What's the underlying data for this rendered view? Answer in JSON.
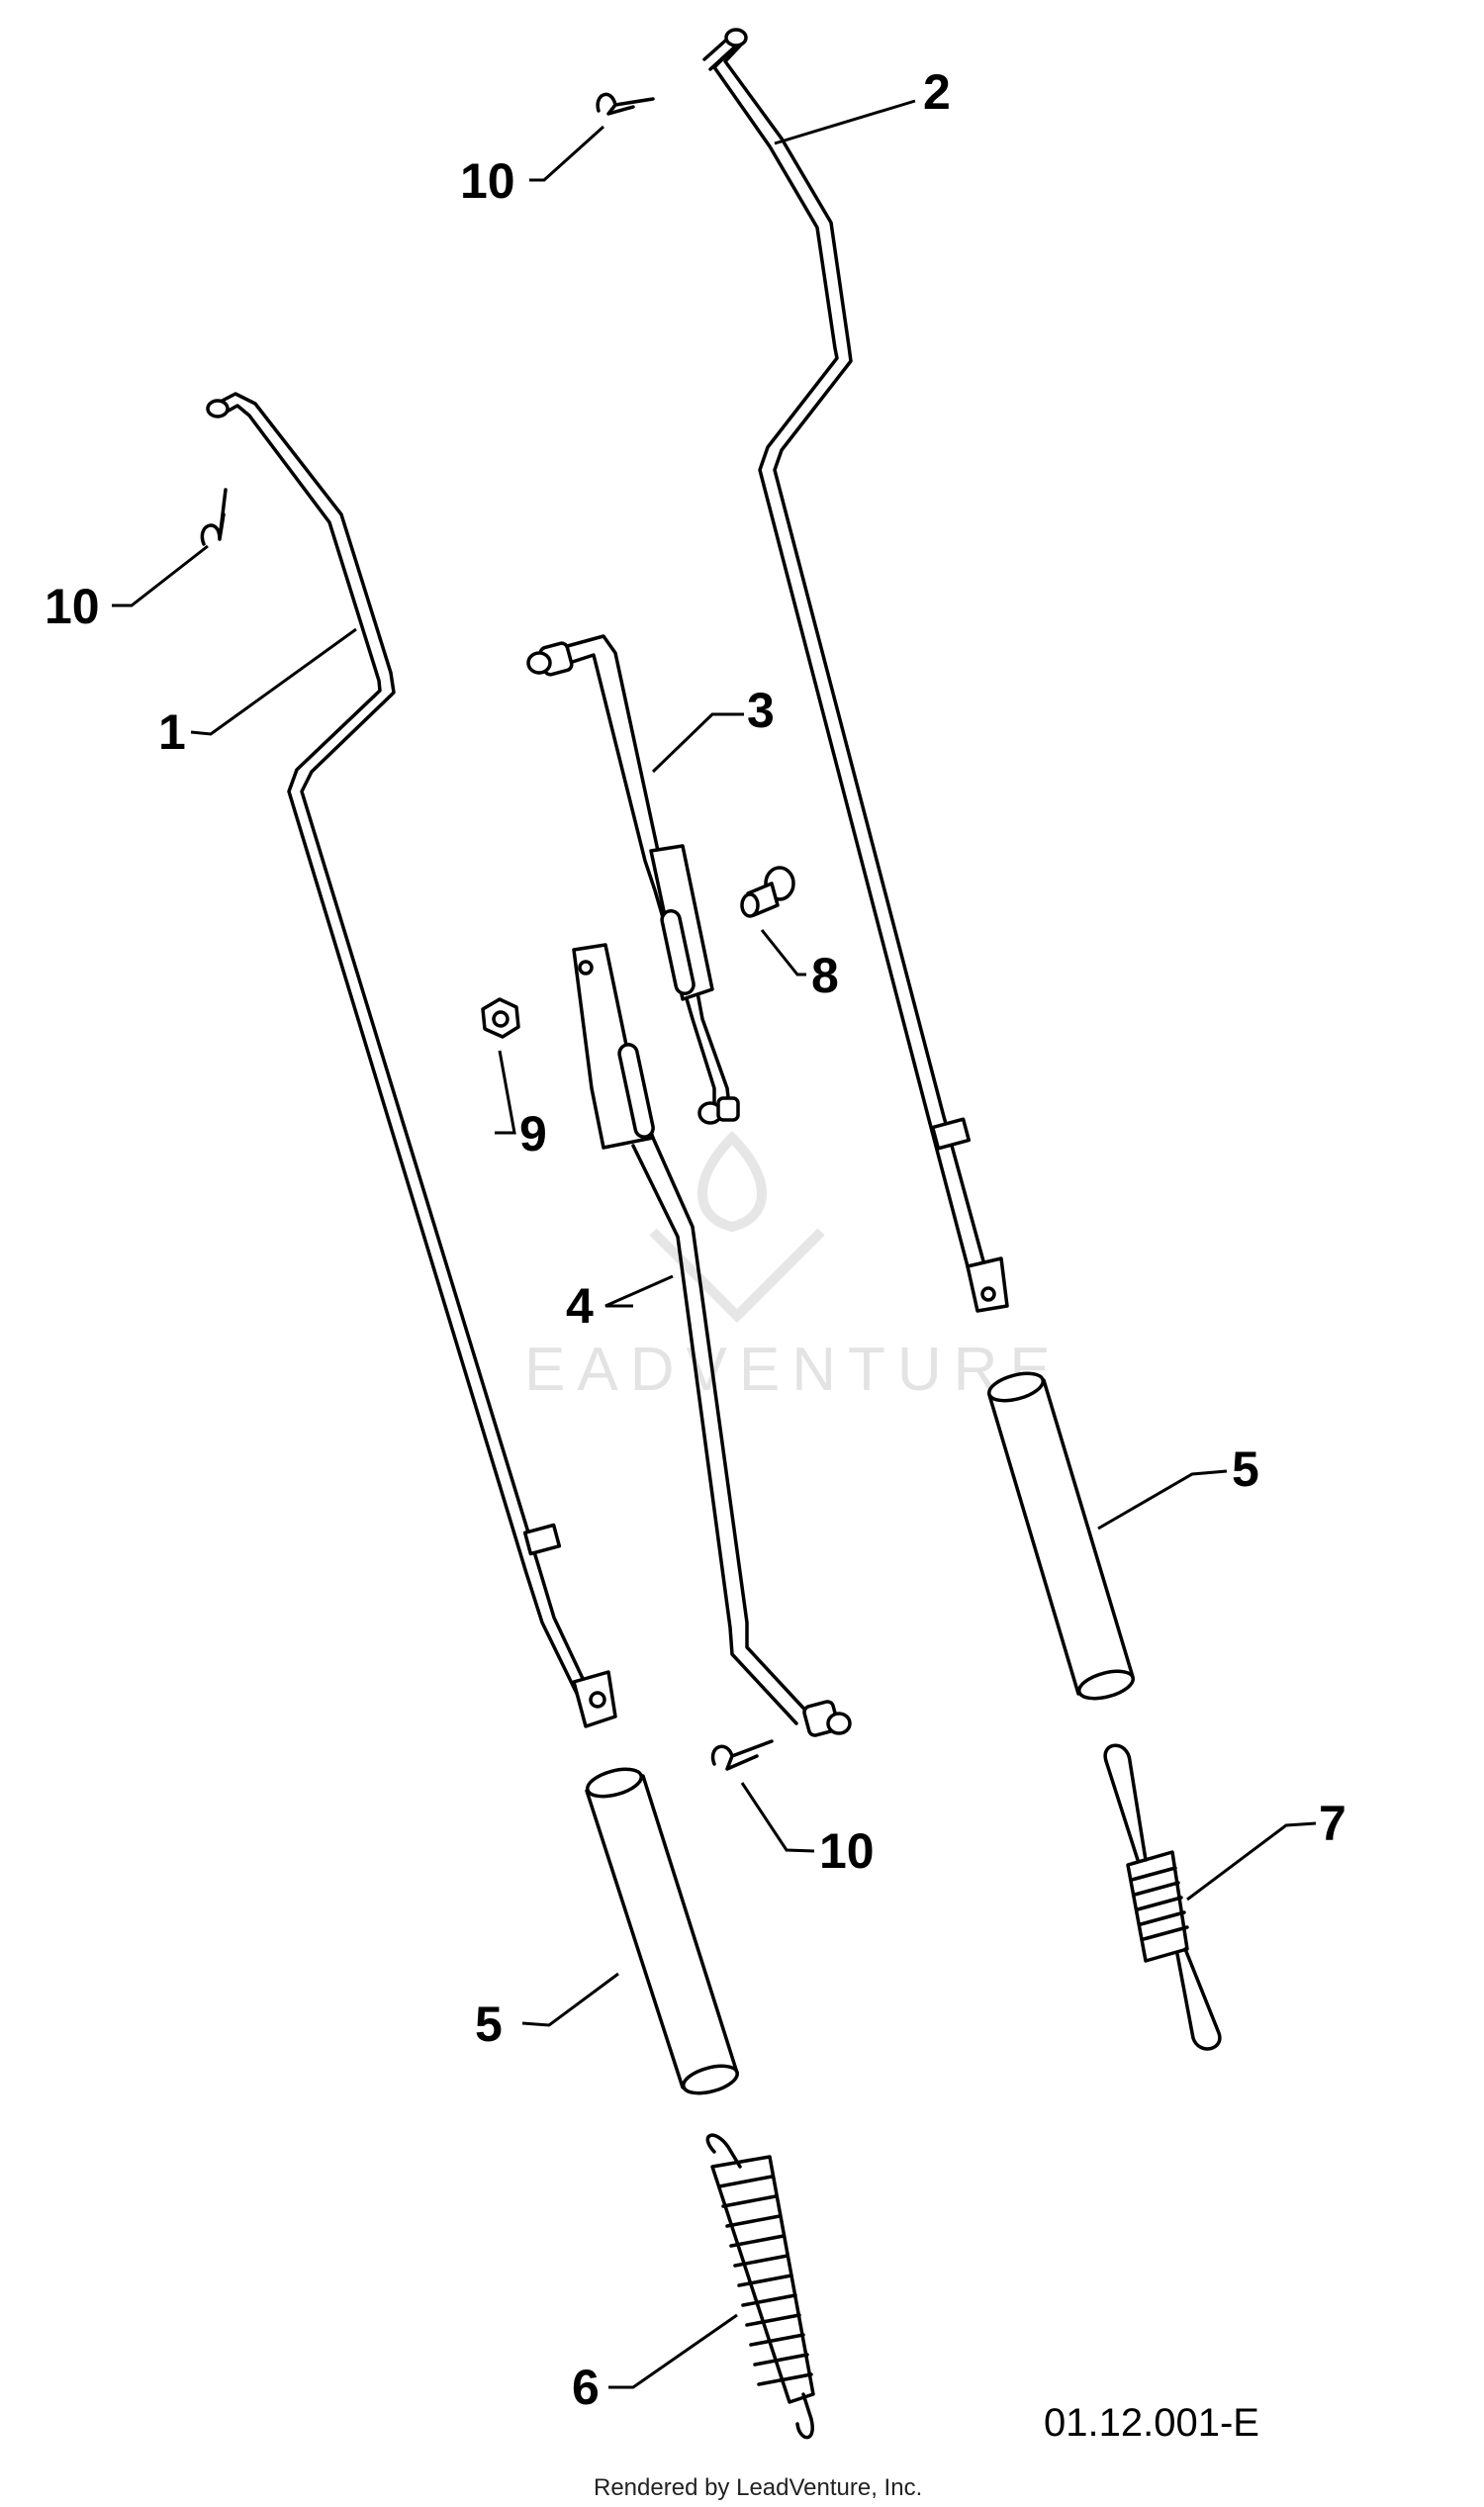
{
  "diagram": {
    "reference_code": "01.12.001-E",
    "credit": "Rendered by LeadVenture, Inc.",
    "watermark": "EADVENTURE",
    "callouts": [
      "1",
      "2",
      "3",
      "4",
      "5",
      "5",
      "6",
      "7",
      "8",
      "9",
      "10",
      "10",
      "10"
    ]
  }
}
